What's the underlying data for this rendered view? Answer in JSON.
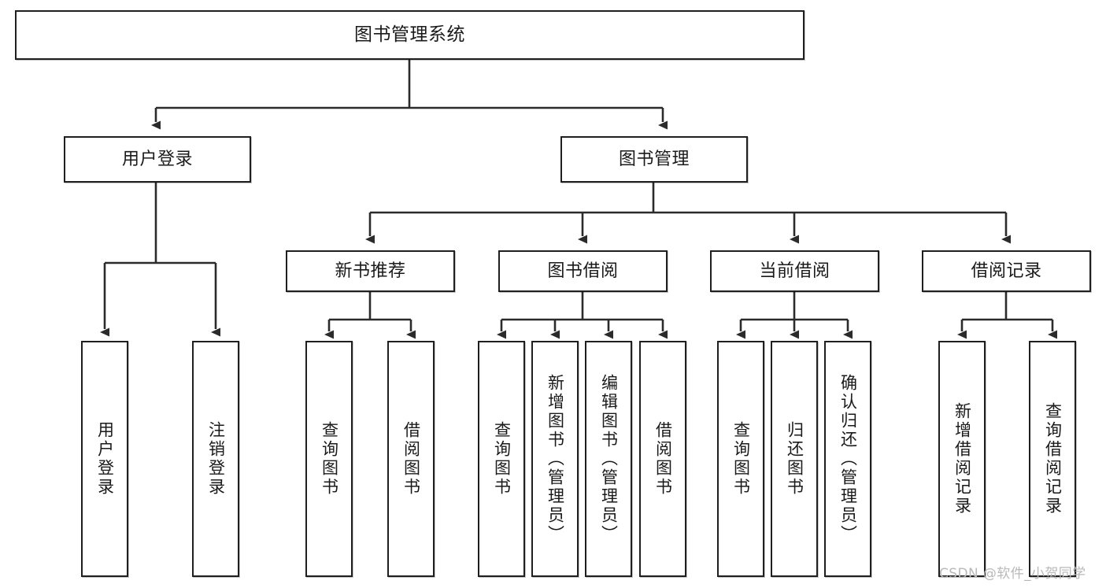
{
  "diagram": {
    "title": "图书管理系统",
    "type": "tree-hierarchy-diagram",
    "colors": {
      "box_border": "#1f1f1f",
      "box_fill": "#ffffff",
      "connector": "#2b2b2b",
      "watermark": "#b9b9b9",
      "background": "#ffffff"
    },
    "nodes": {
      "root": {
        "label": "图书管理系统"
      },
      "level1": [
        {
          "id": "user-login",
          "label": "用户登录"
        },
        {
          "id": "book-management",
          "label": "图书管理"
        }
      ],
      "level2": [
        {
          "id": "new-book-recommend",
          "label": "新书推荐"
        },
        {
          "id": "book-borrow",
          "label": "图书借阅"
        },
        {
          "id": "current-borrow",
          "label": "当前借阅"
        },
        {
          "id": "borrow-record",
          "label": "借阅记录"
        }
      ],
      "leaves": {
        "user-login": [
          {
            "id": "leaf-user-login",
            "label": "用户登录"
          },
          {
            "id": "leaf-logout-login",
            "label": "注销登录"
          }
        ],
        "new-book-recommend": [
          {
            "id": "leaf-query-book-1",
            "label": "查询图书"
          },
          {
            "id": "leaf-borrow-book-1",
            "label": "借阅图书"
          }
        ],
        "book-borrow": [
          {
            "id": "leaf-query-book-2",
            "label": "查询图书"
          },
          {
            "id": "leaf-add-book",
            "label": "新增图书（管理员）"
          },
          {
            "id": "leaf-edit-book",
            "label": "编辑图书（管理员）"
          },
          {
            "id": "leaf-borrow-book-2",
            "label": "借阅图书"
          }
        ],
        "current-borrow": [
          {
            "id": "leaf-query-book-3",
            "label": "查询图书"
          },
          {
            "id": "leaf-return-book",
            "label": "归还图书"
          },
          {
            "id": "leaf-confirm-return",
            "label": "确认归还（管理员）"
          }
        ],
        "borrow-record": [
          {
            "id": "leaf-add-record",
            "label": "新增借阅记录"
          },
          {
            "id": "leaf-query-record",
            "label": "查询借阅记录"
          }
        ]
      }
    },
    "watermark": "CSDN @软件_小贺同学"
  }
}
